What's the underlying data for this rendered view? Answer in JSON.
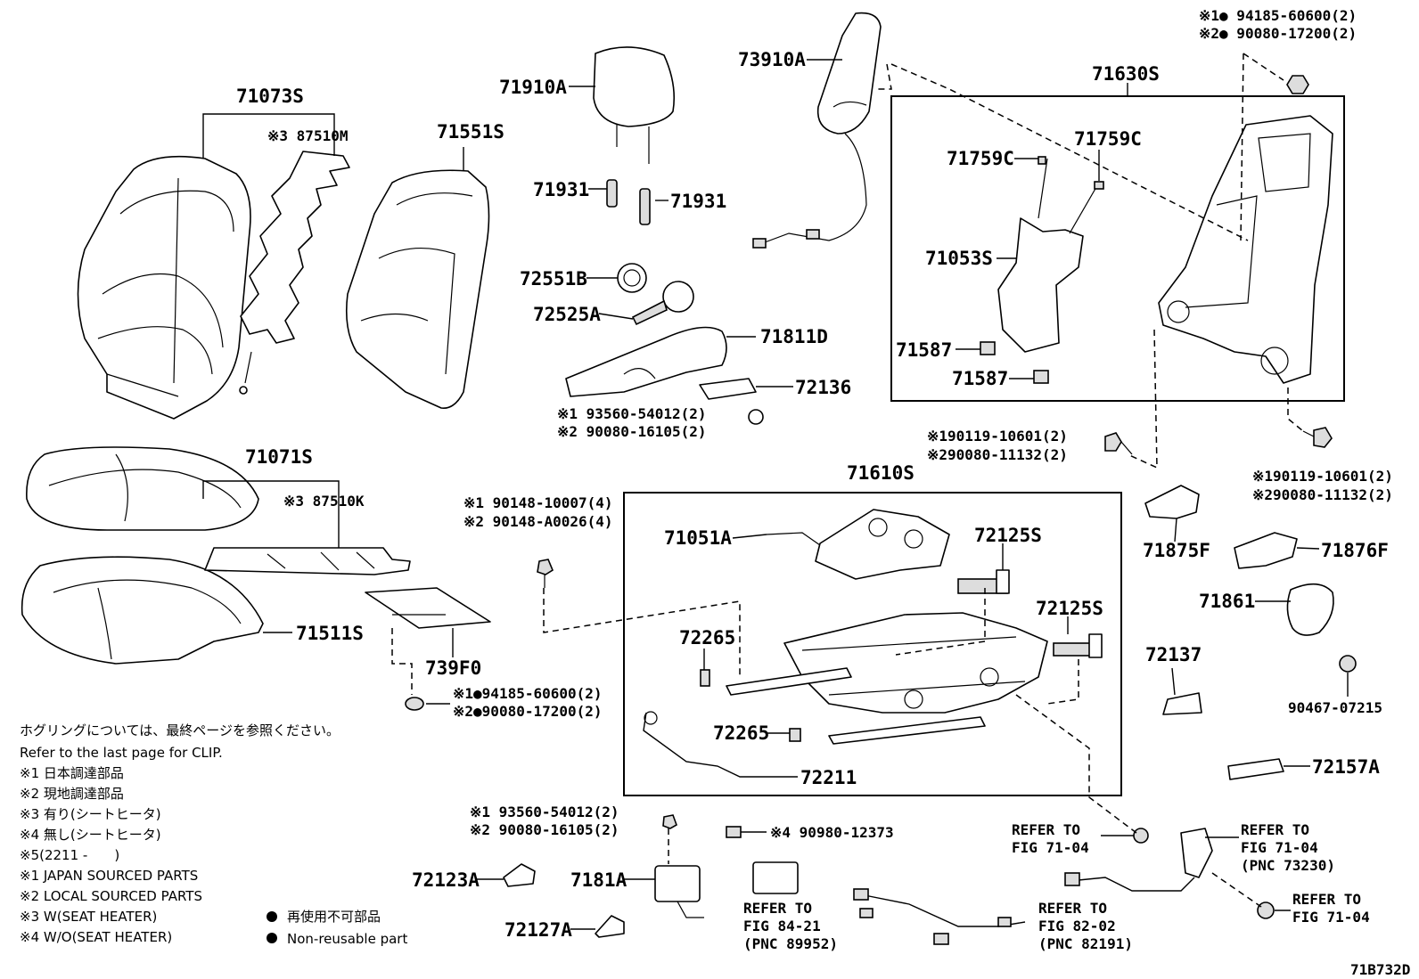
{
  "labels": {
    "p71073S": "71073S",
    "p87510M": "※3 87510M",
    "p71551S": "71551S",
    "p71910A": "71910A",
    "p73910A": "73910A",
    "p71630S": "71630S",
    "p94185_top": "※1● 94185-60600(2)",
    "p90080_top": "※2● 90080-17200(2)",
    "p71931a": "71931",
    "p71931b": "71931",
    "p71759Ca": "71759C",
    "p71759Cb": "71759C",
    "p72551B": "72551B",
    "p71053S": "71053S",
    "p72525A": "72525A",
    "p71811D": "71811D",
    "p71587a": "71587",
    "p71587b": "71587",
    "p72136": "72136",
    "p93560_a": "※1 93560-54012(2)",
    "p90080_16105a": "※2 90080-16105(2)",
    "p90119_a": "※190119-10601(2)",
    "p90080_11132a": "※290080-11132(2)",
    "p90119_b": "※190119-10601(2)",
    "p90080_11132b": "※290080-11132(2)",
    "p71071S": "71071S",
    "p87510K": "※3 87510K",
    "p71610S": "71610S",
    "p90148_a": "※1 90148-10007(4)",
    "p90148_b": "※2 90148-A0026(4)",
    "p71051A": "71051A",
    "p72125Sa": "72125S",
    "p72125Sb": "72125S",
    "p71875F": "71875F",
    "p71876F": "71876F",
    "p71861": "71861",
    "p71511S": "71511S",
    "p72265a": "72265",
    "p72265b": "72265",
    "p739F0": "739F0",
    "p94185_bot": "※1●94185-60600(2)",
    "p90080_bot": "※2●90080-17200(2)",
    "p72137": "72137",
    "p90467": "90467-07215",
    "p72211": "72211",
    "p72157A": "72157A",
    "p93560_b": "※1 93560-54012(2)",
    "p90080_16105b": "※2 90080-16105(2)",
    "p90980": "※4 90980-12373",
    "ref1_l1": "REFER TO",
    "ref1_l2": "FIG 71-04",
    "ref2_l1": "REFER TO",
    "ref2_l2": "FIG 71-04",
    "ref2_l3": "(PNC 73230)",
    "p72123A": "72123A",
    "p7181A": "7181A",
    "ref3_l1": "REFER TO",
    "ref3_l2": "FIG 84-21",
    "ref3_l3": "(PNC 89952)",
    "ref4_l1": "REFER TO",
    "ref4_l2": "FIG 82-02",
    "ref4_l3": "(PNC 82191)",
    "ref5_l1": "REFER TO",
    "ref5_l2": "FIG 71-04",
    "p72127A": "72127A",
    "fig_id": "71B732D"
  },
  "notes": {
    "clip_jp": "ホグリングについては、最終ページを参照ください。",
    "clip_en": "Refer to the last page for CLIP.",
    "n1_jp": "※1 日本調達部品",
    "n2_jp": "※2 現地調達部品",
    "n3_jp": "※3 有り(シートヒータ)",
    "n4_jp": "※4 無し(シートヒータ)",
    "n5_jp": "※5(2211 -　　)",
    "n1_en": "※1 JAPAN SOURCED PARTS",
    "n2_en": "※2 LOCAL SOURCED PARTS",
    "n3_en": "※3 W(SEAT HEATER)",
    "n4_en": "※4 W/O(SEAT HEATER)",
    "nonreuse_jp": "再使用不可部品",
    "nonreuse_en": "Non-reusable part"
  }
}
